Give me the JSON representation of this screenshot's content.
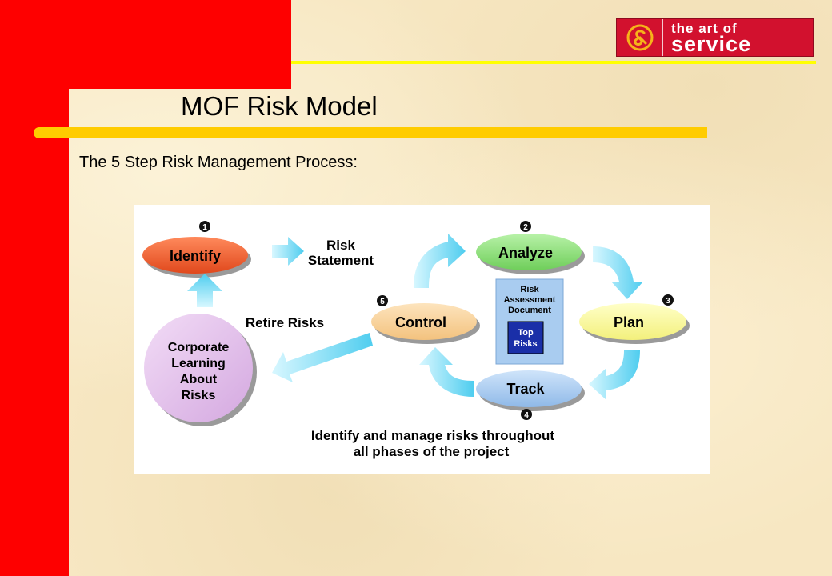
{
  "slide": {
    "title": "MOF Risk Model",
    "subtitle": "The 5 Step Risk Management Process:"
  },
  "logo": {
    "line1": "the art of",
    "line2": "service",
    "icon": "ampersand-logo-icon"
  },
  "diagram": {
    "steps": [
      {
        "number": "1",
        "label": "Identify"
      },
      {
        "number": "2",
        "label": "Analyze"
      },
      {
        "number": "3",
        "label": "Plan"
      },
      {
        "number": "4",
        "label": "Track"
      },
      {
        "number": "5",
        "label": "Control"
      }
    ],
    "risk_statement": [
      "Risk",
      "Statement"
    ],
    "retire_risks": "Retire Risks",
    "corporate_learning": [
      "Corporate",
      "Learning",
      "About",
      "Risks"
    ],
    "document": [
      "Risk",
      "Assessment",
      "Document"
    ],
    "top_risks": [
      "Top",
      "Risks"
    ],
    "caption": [
      "Identify and manage risks throughout",
      "all phases of the project"
    ]
  },
  "colors": {
    "red": "#fe0000",
    "yellow": "#ffff00",
    "gold": "#ffcc00",
    "identify": "#f05a28",
    "analyze": "#8ee07a",
    "plan": "#ffff99",
    "track": "#a9ccf0",
    "control": "#f8d29a",
    "corporate": "#e3c3ec",
    "arrow": "#6fd8f2"
  }
}
